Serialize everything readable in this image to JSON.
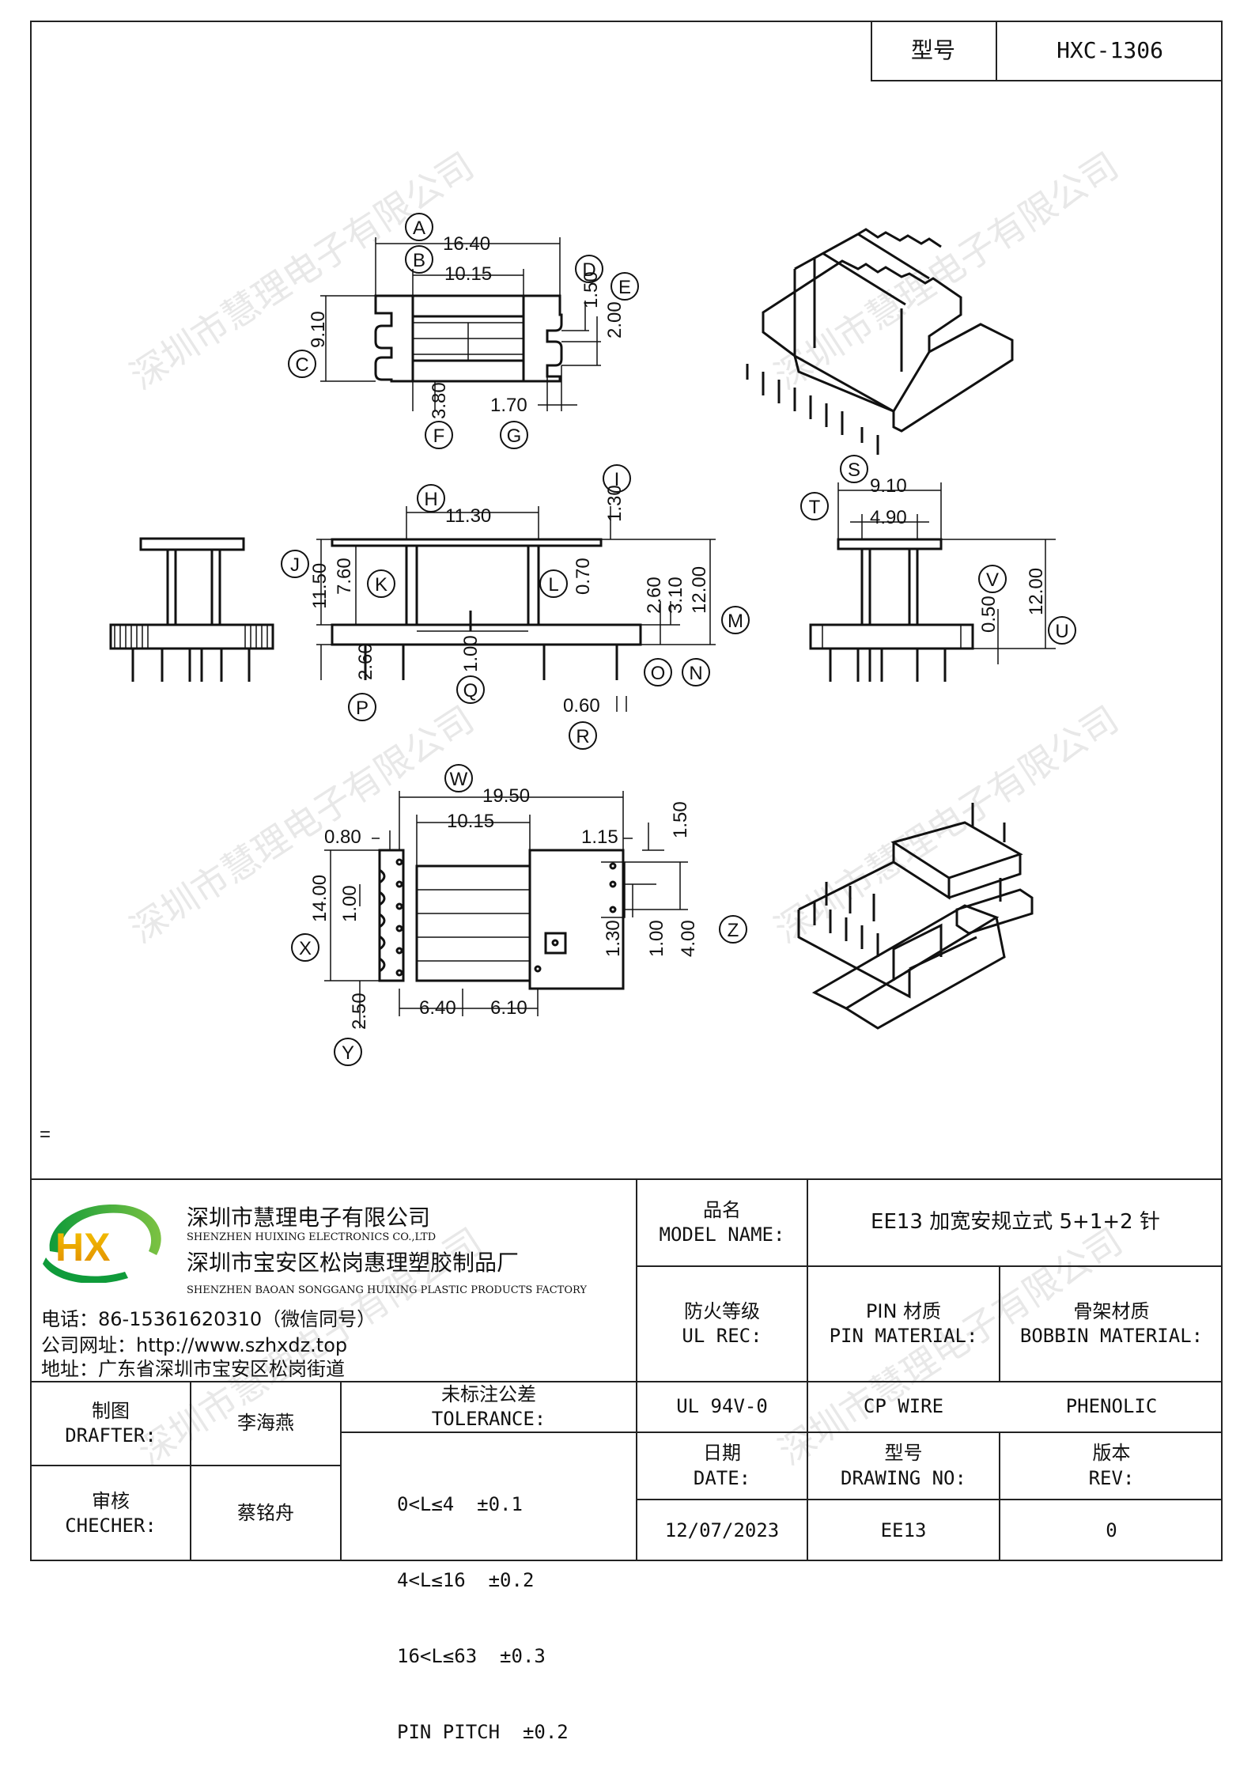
{
  "header": {
    "model_label": "型号",
    "model_value": "HXC-1306"
  },
  "drawing": {
    "callouts": [
      "A",
      "B",
      "C",
      "D",
      "E",
      "F",
      "G",
      "H",
      "I",
      "J",
      "K",
      "L",
      "M",
      "N",
      "O",
      "P",
      "Q",
      "R",
      "S",
      "T",
      "U",
      "V",
      "W",
      "X",
      "Y",
      "Z"
    ],
    "dimensions": {
      "A": "16.40",
      "B": "10.15",
      "C": "9.10",
      "D": "1.50",
      "E": "2.00",
      "F": "3.80",
      "G": "1.70",
      "H": "11.30",
      "I": "1.30",
      "J": "11.50",
      "K": "7.60",
      "L": "0.70",
      "N": "3.10",
      "O": "2.60",
      "M": "12.00",
      "P": "2.60",
      "Q": "1.00",
      "R": "0.60",
      "S": "9.10",
      "T": "4.90",
      "U": "12.00",
      "V": "0.50",
      "W": "19.50",
      "W_inner": "10.15",
      "X": "14.00",
      "X_pitch": "1.00",
      "Y": "2.50",
      "bottom_left": "6.40",
      "bottom_right": "6.10",
      "left_pad": "0.80",
      "right_pad": "1.15",
      "right_pad_v": "1.50",
      "Z_pitch_a": "1.30",
      "Z_pitch_b": "1.00",
      "Z": "4.00"
    },
    "stray_mark": "="
  },
  "watermark": "深圳市慧理电子有限公司",
  "company": {
    "name_cn": "深圳市慧理电子有限公司",
    "name_en": "SHENZHEN HUIXING ELECTRONICS CO.,LTD",
    "factory_cn": "深圳市宝安区松岗惠理塑胶制品厂",
    "factory_en": "SHENZHEN BAOAN SONGGANG HUIXING PLASTIC PRODUCTS FACTORY",
    "phone": "电话：86-15361620310（微信同号）",
    "website": "公司网址：http://www.szhxdz.top",
    "address": "地址：广东省深圳市宝安区松岗街道",
    "logo_letters": "HX"
  },
  "title_block": {
    "model_name_cn": "品名",
    "model_name_en": "MODEL NAME:",
    "model_name_value": "EE13 加宽安规立式 5+1+2 针",
    "ul_cn": "防火等级",
    "ul_en": "UL REC:",
    "pin_cn": "PIN 材质",
    "pin_en": "PIN MATERIAL:",
    "bobbin_cn": "骨架材质",
    "bobbin_en": "BOBBIN MATERIAL:",
    "ul_value": "UL 94V-0",
    "pin_value": "CP WIRE",
    "bobbin_value": "PHENOLIC",
    "drafter_cn": "制图",
    "drafter_en": "DRAFTER:",
    "drafter_value": "李海燕",
    "checker_cn": "审核",
    "checker_en": "CHECHER:",
    "checker_value": "蔡铭舟",
    "tolerance_cn": "未标注公差",
    "tolerance_en": "TOLERANCE:",
    "tolerances": [
      "0<L≤4  ±0.1",
      "4<L≤16  ±0.2",
      "16<L≤63  ±0.3",
      "PIN PITCH  ±0.2"
    ],
    "date_cn": "日期",
    "date_en": "DATE:",
    "date_value": "12/07/2023",
    "drawing_no_cn": "型号",
    "drawing_no_en": "DRAWING NO:",
    "drawing_no_value": "EE13",
    "rev_cn": "版本",
    "rev_en": "REV:",
    "rev_value": "0"
  }
}
